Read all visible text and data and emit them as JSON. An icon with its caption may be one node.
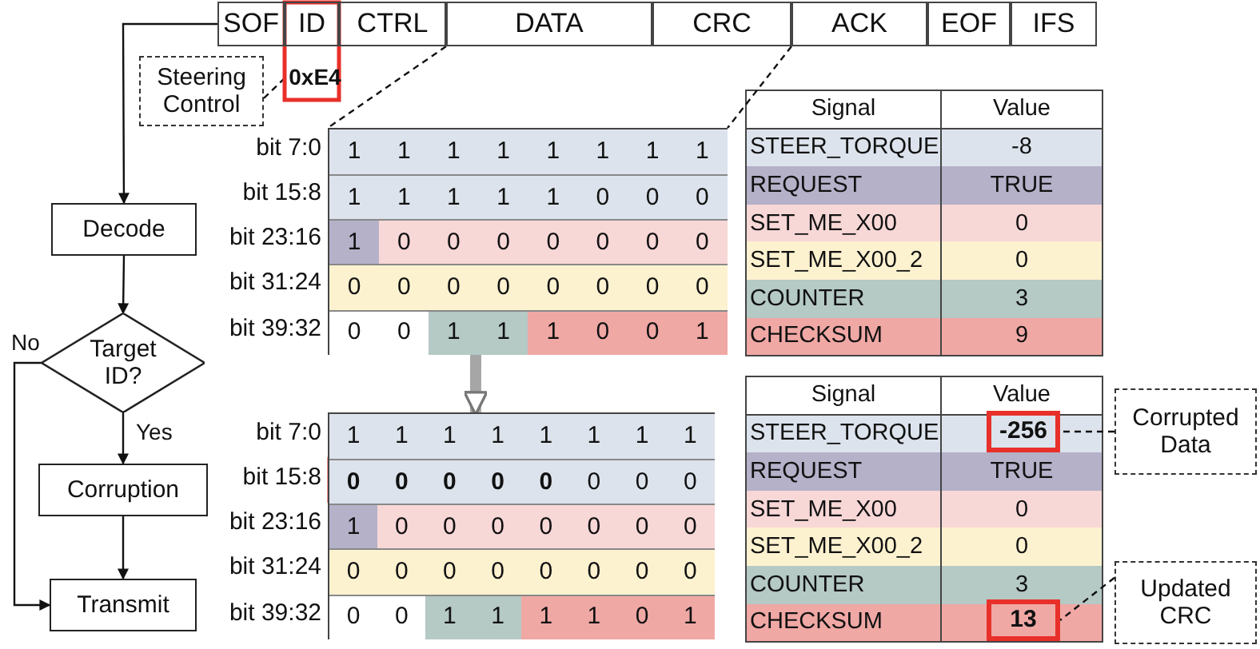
{
  "diagram": {
    "nodes": [
      {
        "text": [
          "SOF"
        ]
      },
      {
        "text": [
          "ID"
        ]
      },
      {
        "text": [
          "CTRL"
        ]
      },
      {
        "text": [
          "DATA"
        ]
      },
      {
        "text": [
          "CRC"
        ]
      },
      {
        "text": [
          "ACK"
        ]
      },
      {
        "text": [
          "EOF"
        ]
      },
      {
        "text": [
          "IFS"
        ]
      },
      {
        "text": [
          "0xE4"
        ]
      },
      {
        "text": [
          "Steering Control"
        ]
      },
      {
        "text": [
          "Decode"
        ]
      },
      {
        "text": [
          "Target ID?"
        ]
      },
      {
        "text": [
          "Corruption"
        ]
      },
      {
        "text": [
          "Transmit"
        ]
      },
      {
        "text": [],
        "shape": "box"
      },
      {
        "text": [],
        "shape": "box"
      },
      {
        "text": [
          "-256"
        ]
      },
      {
        "text": [
          "Corrupted Data"
        ]
      },
      {
        "text": [
          "13"
        ]
      },
      {
        "text": [
          "Updated CRC"
        ]
      }
    ],
    "edges": [
      {
        "from": 9,
        "to": 8,
        "arrow": "none",
        "style": "dashed"
      },
      {
        "from": 0,
        "to": 10,
        "arrow": "to"
      },
      {
        "from": 10,
        "to": 11,
        "arrow": "to"
      },
      {
        "from": 11,
        "to": 12,
        "arrow": "to",
        "label": "Yes"
      },
      {
        "from": 11,
        "to": 13,
        "arrow": "to",
        "label": "No"
      },
      {
        "from": 12,
        "to": 13,
        "arrow": "to"
      },
      {
        "from": 3,
        "to": 14,
        "arrow": "none",
        "style": "dashed"
      },
      {
        "from": 4,
        "to": 14,
        "arrow": "none",
        "style": "dashed"
      },
      {
        "from": 14,
        "to": 15,
        "arrow": "to",
        "style": "thick",
        "color": "#a6a6a6"
      },
      {
        "from": 17,
        "to": 16,
        "arrow": "none",
        "style": "dashed"
      },
      {
        "from": 19,
        "to": 18,
        "arrow": "none",
        "style": "dashed"
      }
    ],
    "labels": [
      "bit 7:0",
      "1",
      "1",
      "1",
      "1",
      "1",
      "1",
      "1",
      "1",
      "bit 15:8",
      "1",
      "1",
      "1",
      "1",
      "1",
      "0",
      "0",
      "0",
      "bit 23:16",
      "1",
      "0",
      "0",
      "0",
      "0",
      "0",
      "0",
      "0",
      "bit 31:24",
      "0",
      "0",
      "0",
      "0",
      "0",
      "0",
      "0",
      "0",
      "bit 39:32",
      "0",
      "0",
      "1",
      "1",
      "1",
      "0",
      "0",
      "1",
      "Signal",
      "Value",
      "STEER_TORQUE",
      "-8",
      "REQUEST",
      "TRUE",
      "SET_ME_X00",
      "0",
      "SET_ME_X00_2",
      "0",
      "COUNTER",
      "3",
      "CHECKSUM",
      "9",
      "bit 7:0",
      "1",
      "1",
      "1",
      "1",
      "1",
      "1",
      "1",
      "1",
      "bit 15:8",
      "0",
      "0",
      "0",
      "0",
      "0",
      "0",
      "0",
      "0",
      "bit 23:16",
      "1",
      "0",
      "0",
      "0",
      "0",
      "0",
      "0",
      "0",
      "bit 31:24",
      "0",
      "0",
      "0",
      "0",
      "0",
      "0",
      "0",
      "0",
      "bit 39:32",
      "0",
      "0",
      "1",
      "1",
      "1",
      "1",
      "0",
      "1",
      "Signal",
      "Value",
      "STEER_TORQUE",
      "REQUEST",
      "TRUE",
      "SET_ME_X00",
      "0",
      "SET_ME_X00_2",
      "0",
      "COUNTER",
      "3",
      "CHECKSUM"
    ]
  }
}
